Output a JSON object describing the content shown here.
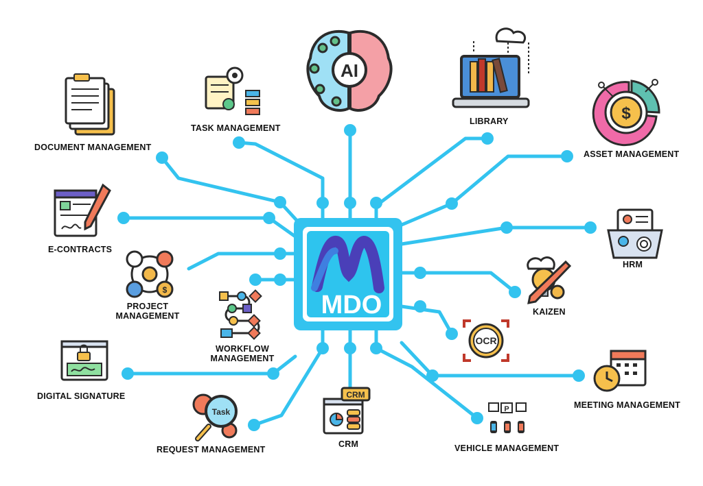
{
  "hub": {
    "text": "MDO",
    "color": "#2ec4ee",
    "logo": "mdo-m-logo"
  },
  "colors": {
    "circuit": "#33c3ef",
    "dark": "#2b2b2b"
  },
  "modules": {
    "ai": {
      "text": "AI",
      "icon": "brain-icon"
    },
    "task_management": {
      "label": "TASK MANAGEMENT",
      "icon": "task-flow-icon"
    },
    "library": {
      "label": "LIBRARY",
      "icon": "laptop-books-icon"
    },
    "document_management": {
      "label": "DOCUMENT MANAGEMENT",
      "icon": "documents-icon"
    },
    "asset_management": {
      "label": "ASSET MANAGEMENT",
      "icon": "dollar-pie-icon"
    },
    "e_contracts": {
      "label": "E-CONTRACTS",
      "icon": "contract-pen-icon"
    },
    "hrm": {
      "label": "HRM",
      "icon": "id-card-fingerprint-icon"
    },
    "project_management": {
      "label_line1": "PROJECT",
      "label_line2": "MANAGEMENT",
      "icon": "project-cycle-icon"
    },
    "kaizen": {
      "label": "KAIZEN",
      "icon": "lightbulb-gear-icon"
    },
    "workflow_management": {
      "label_line1": "WORKFLOW",
      "label_line2": "MANAGEMENT",
      "icon": "workflow-icon"
    },
    "ocr": {
      "text": "OCR",
      "label": "",
      "icon": "ocr-scan-icon"
    },
    "digital_signature": {
      "label": "DIGITAL SIGNATURE",
      "icon": "signature-lock-icon"
    },
    "meeting_management": {
      "label": "MEETING MANAGEMENT",
      "icon": "calendar-clock-icon"
    },
    "request_management": {
      "label": "REQUEST MANAGEMENT",
      "text": "Task",
      "icon": "magnifier-gear-icon"
    },
    "crm": {
      "label": "CRM",
      "text": "CRM",
      "icon": "crm-window-icon"
    },
    "vehicle_management": {
      "label": "VEHICLE MANAGEMENT",
      "text": "P",
      "icon": "parking-icon"
    }
  }
}
